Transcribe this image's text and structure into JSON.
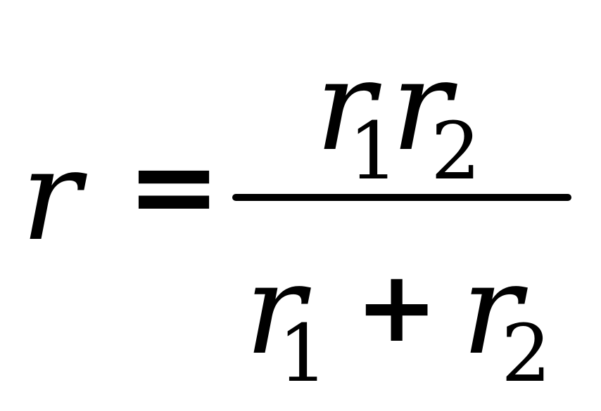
{
  "formula": {
    "lhs": {
      "var": "r"
    },
    "equals": "=",
    "numerator": {
      "term1": {
        "var": "r",
        "sub": "1"
      },
      "term2": {
        "var": "r",
        "sub": "2"
      }
    },
    "denominator": {
      "term1": {
        "var": "r",
        "sub": "1"
      },
      "plus": "+",
      "term2": {
        "var": "r",
        "sub": "2"
      }
    }
  }
}
